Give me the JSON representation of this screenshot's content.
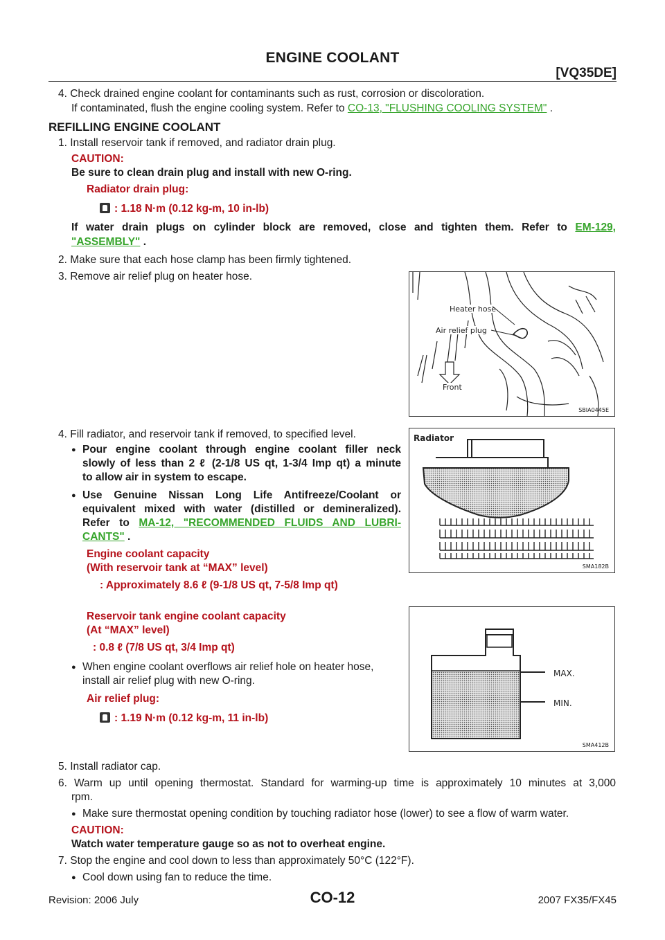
{
  "header": {
    "title": "ENGINE COOLANT",
    "code": "[VQ35DE]"
  },
  "step4_prev": {
    "line1": "4.  Check drained engine coolant for contaminants such as rust, corrosion or discoloration.",
    "line2_text": "If contaminated, flush the engine cooling system. Refer to ",
    "line2_link": "CO-13, \"FLUSHING COOLING SYSTEM\"",
    "line2_end": " ."
  },
  "section_title": "REFILLING ENGINE COOLANT",
  "step1": {
    "text": "1.  Install reservoir tank if removed, and radiator drain plug.",
    "caution_label": "CAUTION:",
    "caution_text": "Be sure to clean drain plug and install with new O-ring.",
    "spec_label": "Radiator drain plug:",
    "spec_value": ": 1.18 N·m (0.12 kg-m, 10 in-lb)",
    "note_a": "If water drain plugs on cylinder block are removed, close and tighten them. Refer to ",
    "note_link_a": "EM-129,",
    "note_link_b": "\"ASSEMBLY\"",
    "note_end": " ."
  },
  "step2": "2.  Make sure that each hose clamp has been firmly tightened.",
  "step3": "3.  Remove air relief plug on heater hose.",
  "figure1": {
    "labels": {
      "heater_hose": "Heater hose",
      "air_relief_plug": "Air relief plug",
      "front": "Front"
    },
    "id": "SBIA0445E"
  },
  "step4": {
    "text": "4.  Fill radiator, and reservoir tank if removed, to specified level.",
    "b1_l1": "Pour engine coolant through engine coolant filler neck",
    "b1_l2": "slowly of less than 2 ℓ (2-1/8 US qt, 1-3/4 Imp qt) a minute",
    "b1_l3": "to allow air in system to escape.",
    "b2_l1": "Use Genuine Nissan Long Life Antifreeze/Coolant or",
    "b2_l2": "equivalent mixed with water (distilled or demineralized).",
    "b2_l3_text": "Refer to ",
    "b2_l3_link": "MA-12, \"RECOMMENDED FLUIDS AND LUBRI-",
    "b2_l4_link": "CANTS\"",
    "b2_l4_end": " .",
    "cap_label1": "Engine coolant capacity",
    "cap_label2": "(With reservoir tank at “MAX” level)",
    "cap_value": ": Approximately 8.6 ℓ (9-1/8 US qt, 7-5/8 Imp qt)",
    "res_label1": "Reservoir tank engine coolant capacity",
    "res_label2": "(At “MAX” level)",
    "res_value": ": 0.8 ℓ (7/8 US qt, 3/4 Imp qt)",
    "b3_l1": "When engine coolant overflows air relief hole on heater hose,",
    "b3_l2": "install air relief plug with new O-ring.",
    "plug_label": "Air relief plug:",
    "plug_value": ": 1.19 N·m (0.12 kg-m, 11 in-lb)"
  },
  "figure2": {
    "label": "Radiator",
    "id": "SMA182B"
  },
  "figure3": {
    "max": "MAX.",
    "min": "MIN.",
    "id": "SMA412B"
  },
  "step5": "5.  Install radiator cap.",
  "step6": {
    "l1": "6.  Warm up until opening thermostat. Standard for warming-up time is approximately 10 minutes at 3,000",
    "l2": "rpm.",
    "bullet": "Make sure thermostat opening condition by touching radiator hose (lower) to see a flow of warm water.",
    "caution_label": "CAUTION:",
    "caution_text": "Watch water temperature gauge so as not to overheat engine."
  },
  "step7": {
    "text": "7.  Stop the engine and cool down to less than approximately 50°C (122°F).",
    "bullet": "Cool down using fan to reduce the time."
  },
  "footer": {
    "page": "CO-12",
    "revision": "Revision: 2006 July",
    "model": "2007 FX35/FX45"
  },
  "colors": {
    "link": "#37a52c",
    "caution": "#b5121b"
  }
}
